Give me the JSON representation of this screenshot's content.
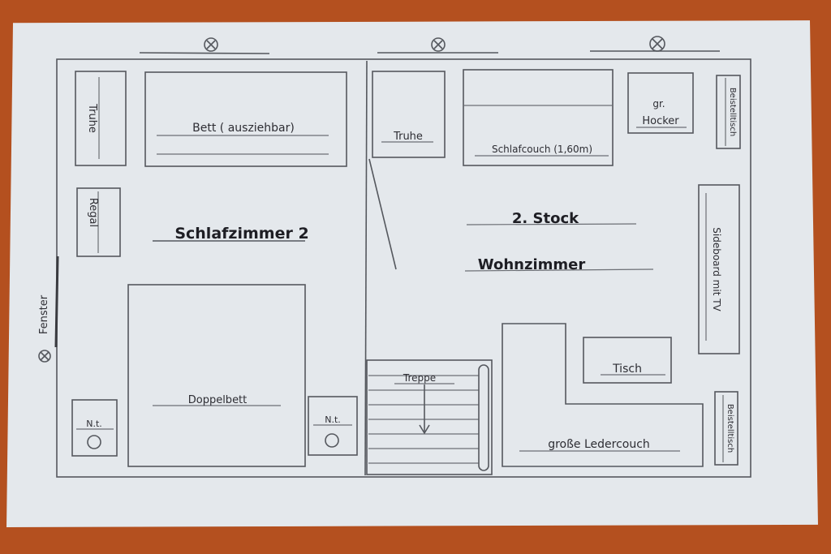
{
  "labels": {
    "bett": "Bett ( ausziehbar)",
    "truhe_left": "Truhe",
    "regal": "Regal",
    "schlafzimmer": "Schlafzimmer 2",
    "fenster": "Fenster",
    "doppelbett": "Doppelbett",
    "nt_left": "N.t.",
    "nt_right": "N.t.",
    "truhe_right": "Truhe",
    "schlafcouch": "Schlafcouch (1,60m)",
    "hocker_1": "gr.",
    "hocker_2": "Hocker",
    "beistelltisch_top": "Beistelltisch",
    "beistelltisch_bottom": "Beistelltisch",
    "stock": "2. Stock",
    "wohnzimmer": "Wohnzimmer",
    "sideboard": "Sideboard mit TV",
    "treppe": "Treppe",
    "tisch": "Tisch",
    "ledercouch": "große Ledercouch"
  },
  "colors": {
    "background": "#b4501f",
    "paper": "#e4e8ec",
    "pencil": "#55585e"
  },
  "icons": [
    "window-marker-icon"
  ]
}
